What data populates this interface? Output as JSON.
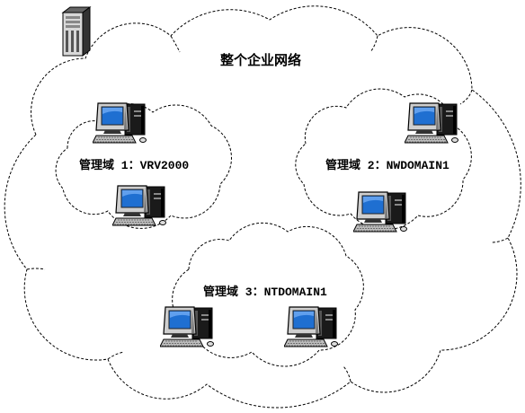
{
  "diagram": {
    "title": "整个企业网络",
    "domains": [
      {
        "label": "管理域 1：VRV2000"
      },
      {
        "label": "管理域 2：NWDOMAIN1"
      },
      {
        "label": "管理域 3：NTDOMAIN1"
      }
    ]
  },
  "icons": {
    "server": "server-icon",
    "computer": "computer-icon",
    "network": "cloud-icon"
  },
  "colors": {
    "screen": "#1f6fd1",
    "outline": "#000000",
    "background": "#ffffff"
  }
}
